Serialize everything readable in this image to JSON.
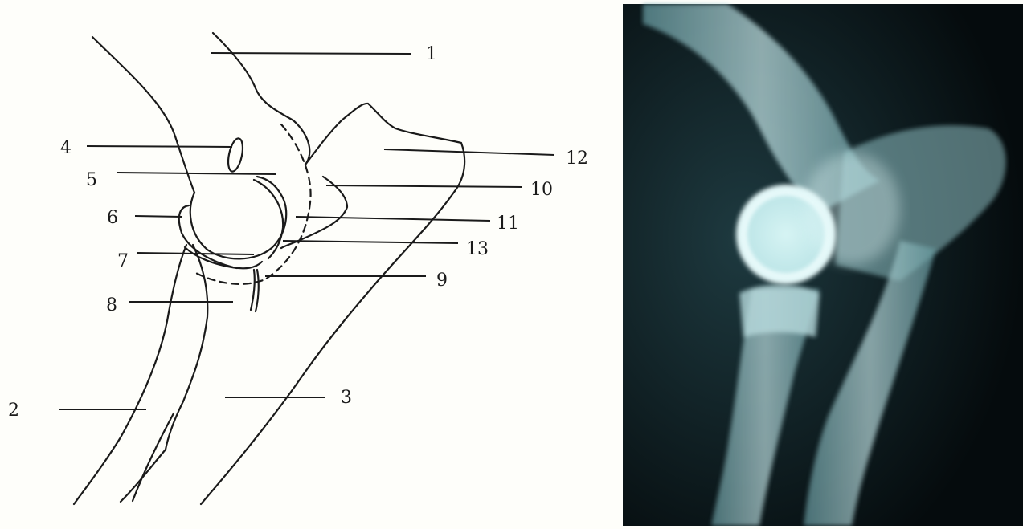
{
  "colors": {
    "paper": "#fefefa",
    "ink": "#1a1a1a",
    "xray_background": "#0a1418",
    "xray_bone": "#bfe8ea",
    "xray_glow": "#e6fafa"
  },
  "labels": [
    {
      "id": "1",
      "text": "1"
    },
    {
      "id": "2",
      "text": "2"
    },
    {
      "id": "3",
      "text": "3"
    },
    {
      "id": "4",
      "text": "4"
    },
    {
      "id": "5",
      "text": "5"
    },
    {
      "id": "6",
      "text": "6"
    },
    {
      "id": "7",
      "text": "7"
    },
    {
      "id": "8",
      "text": "8"
    },
    {
      "id": "9",
      "text": "9"
    },
    {
      "id": "10",
      "text": "10"
    },
    {
      "id": "11",
      "text": "11"
    },
    {
      "id": "12",
      "text": "12"
    },
    {
      "id": "13",
      "text": "13"
    }
  ]
}
